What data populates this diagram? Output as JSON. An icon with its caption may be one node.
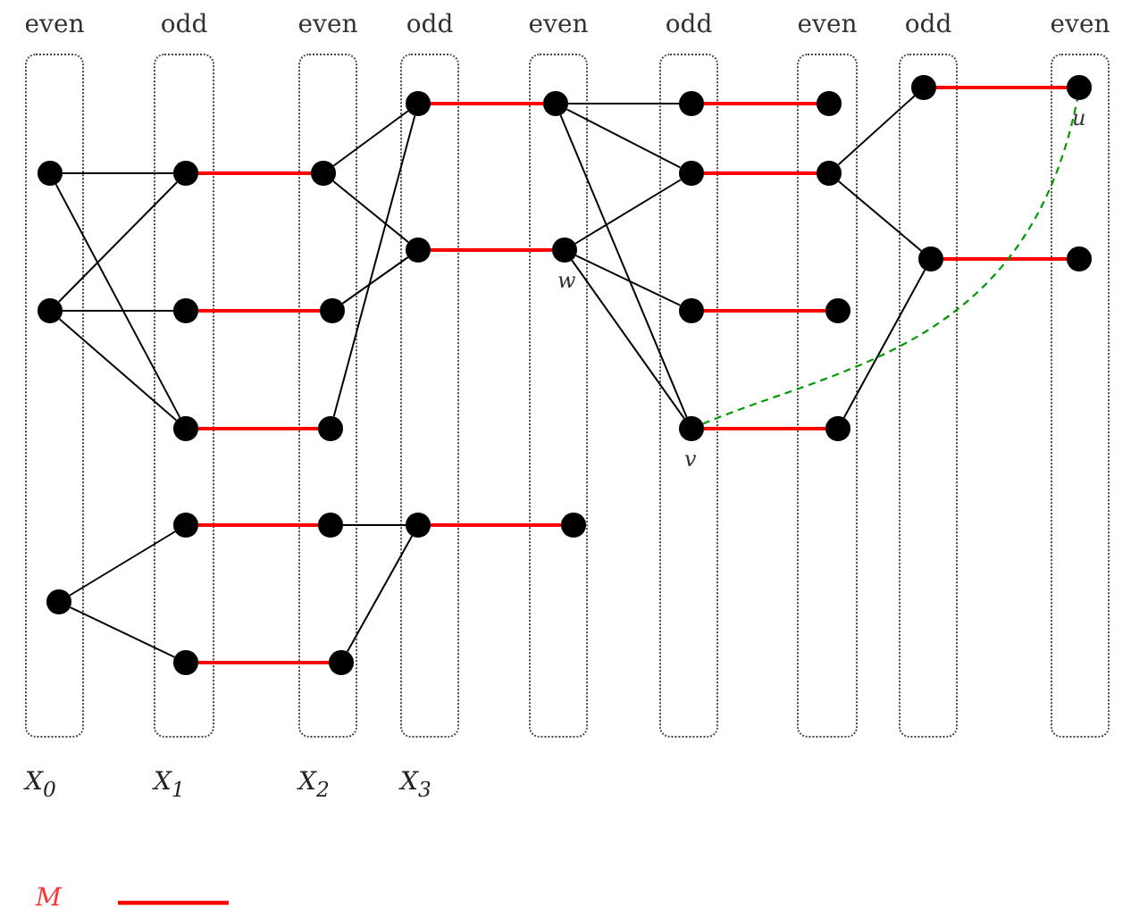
{
  "diagram": {
    "nodes": [
      {
        "text": [
          "even"
        ]
      },
      {
        "text": [
          "odd"
        ]
      },
      {
        "text": [
          "even"
        ]
      },
      {
        "text": [
          "odd"
        ]
      },
      {
        "text": [
          "even"
        ]
      },
      {
        "text": [
          "odd"
        ]
      },
      {
        "text": [
          "even"
        ]
      },
      {
        "text": [
          "odd"
        ]
      },
      {
        "text": [
          "even"
        ]
      },
      {
        "text": [],
        "shape": "circle",
        "in": 0
      },
      {
        "text": [],
        "shape": "circle",
        "in": 0
      },
      {
        "text": [],
        "shape": "circle",
        "in": 0
      },
      {
        "text": [],
        "shape": "circle",
        "in": 1
      },
      {
        "text": [],
        "shape": "circle",
        "in": 1
      },
      {
        "text": [],
        "shape": "circle",
        "in": 1
      },
      {
        "text": [],
        "shape": "circle",
        "in": 1
      },
      {
        "text": [],
        "shape": "circle",
        "in": 1
      },
      {
        "text": [],
        "shape": "circle",
        "in": 2
      },
      {
        "text": [],
        "shape": "circle",
        "in": 2
      },
      {
        "text": [],
        "shape": "circle",
        "in": 2
      },
      {
        "text": [],
        "shape": "circle",
        "in": 2
      },
      {
        "text": [],
        "shape": "circle",
        "in": 2
      },
      {
        "text": [],
        "shape": "circle",
        "in": 3
      },
      {
        "text": [],
        "shape": "circle",
        "in": 3
      },
      {
        "text": [],
        "shape": "circle",
        "in": 3
      },
      {
        "text": [],
        "shape": "circle",
        "in": 4
      },
      {
        "text": [],
        "shape": "circle",
        "in": 4,
        "beside": [
          "w"
        ]
      },
      {
        "text": [],
        "shape": "circle",
        "in": 4
      },
      {
        "text": [],
        "shape": "circle",
        "in": 5
      },
      {
        "text": [],
        "shape": "circle",
        "in": 5
      },
      {
        "text": [],
        "shape": "circle",
        "in": 5
      },
      {
        "text": [],
        "shape": "circle",
        "in": 5,
        "beside": [
          "v"
        ]
      },
      {
        "text": [],
        "shape": "circle",
        "in": 6
      },
      {
        "text": [],
        "shape": "circle",
        "in": 6
      },
      {
        "text": [],
        "shape": "circle",
        "in": 6
      },
      {
        "text": [],
        "shape": "circle",
        "in": 6
      },
      {
        "text": [],
        "shape": "circle",
        "in": 7
      },
      {
        "text": [],
        "shape": "circle",
        "in": 7
      },
      {
        "text": [],
        "shape": "circle",
        "in": 8,
        "beside": [
          "u"
        ]
      },
      {
        "text": [],
        "shape": "circle",
        "in": 8
      }
    ],
    "edges": [
      {
        "from": 9,
        "to": 12,
        "arrow": "none"
      },
      {
        "from": 10,
        "to": 12,
        "arrow": "none"
      },
      {
        "from": 9,
        "to": 14,
        "arrow": "none"
      },
      {
        "from": 10,
        "to": 13,
        "arrow": "none"
      },
      {
        "from": 10,
        "to": 14,
        "arrow": "none"
      },
      {
        "from": 11,
        "to": 15,
        "arrow": "none"
      },
      {
        "from": 11,
        "to": 16,
        "arrow": "none"
      },
      {
        "from": 12,
        "to": 17,
        "arrow": "none",
        "color": "#ff0000"
      },
      {
        "from": 13,
        "to": 18,
        "arrow": "none",
        "color": "#ff0000"
      },
      {
        "from": 14,
        "to": 19,
        "arrow": "none",
        "color": "#ff0000"
      },
      {
        "from": 15,
        "to": 20,
        "arrow": "none",
        "color": "#ff0000"
      },
      {
        "from": 16,
        "to": 21,
        "arrow": "none",
        "color": "#ff0000"
      },
      {
        "from": 17,
        "to": 22,
        "arrow": "none"
      },
      {
        "from": 17,
        "to": 23,
        "arrow": "none"
      },
      {
        "from": 18,
        "to": 23,
        "arrow": "none"
      },
      {
        "from": 19,
        "to": 22,
        "arrow": "none"
      },
      {
        "from": 20,
        "to": 24,
        "arrow": "none"
      },
      {
        "from": 21,
        "to": 24,
        "arrow": "none"
      },
      {
        "from": 22,
        "to": 25,
        "arrow": "none",
        "color": "#ff0000"
      },
      {
        "from": 23,
        "to": 26,
        "arrow": "none",
        "color": "#ff0000"
      },
      {
        "from": 24,
        "to": 27,
        "arrow": "none",
        "color": "#ff0000"
      },
      {
        "from": 25,
        "to": 28,
        "arrow": "none"
      },
      {
        "from": 25,
        "to": 29,
        "arrow": "none"
      },
      {
        "from": 25,
        "to": 31,
        "arrow": "none"
      },
      {
        "from": 26,
        "to": 29,
        "arrow": "none"
      },
      {
        "from": 26,
        "to": 30,
        "arrow": "none"
      },
      {
        "from": 26,
        "to": 31,
        "arrow": "none"
      },
      {
        "from": 28,
        "to": 32,
        "arrow": "none",
        "color": "#ff0000"
      },
      {
        "from": 29,
        "to": 33,
        "arrow": "none",
        "color": "#ff0000"
      },
      {
        "from": 30,
        "to": 34,
        "arrow": "none",
        "color": "#ff0000"
      },
      {
        "from": 31,
        "to": 35,
        "arrow": "none",
        "color": "#ff0000"
      },
      {
        "from": 33,
        "to": 36,
        "arrow": "none"
      },
      {
        "from": 33,
        "to": 37,
        "arrow": "none"
      },
      {
        "from": 35,
        "to": 37,
        "arrow": "none"
      },
      {
        "from": 36,
        "to": 38,
        "arrow": "none",
        "color": "#ff0000"
      },
      {
        "from": 37,
        "to": 39,
        "arrow": "none",
        "color": "#ff0000"
      },
      {
        "from": 31,
        "to": 38,
        "arrow": "none",
        "style": "dashed",
        "color": "#009900"
      }
    ],
    "labels": [
      "X$_{0}$",
      "X$_{1}$",
      "X$_{2}$",
      "X$_{3}$"
    ],
    "legend": [
      {
        "text": "M"
      }
    ]
  }
}
